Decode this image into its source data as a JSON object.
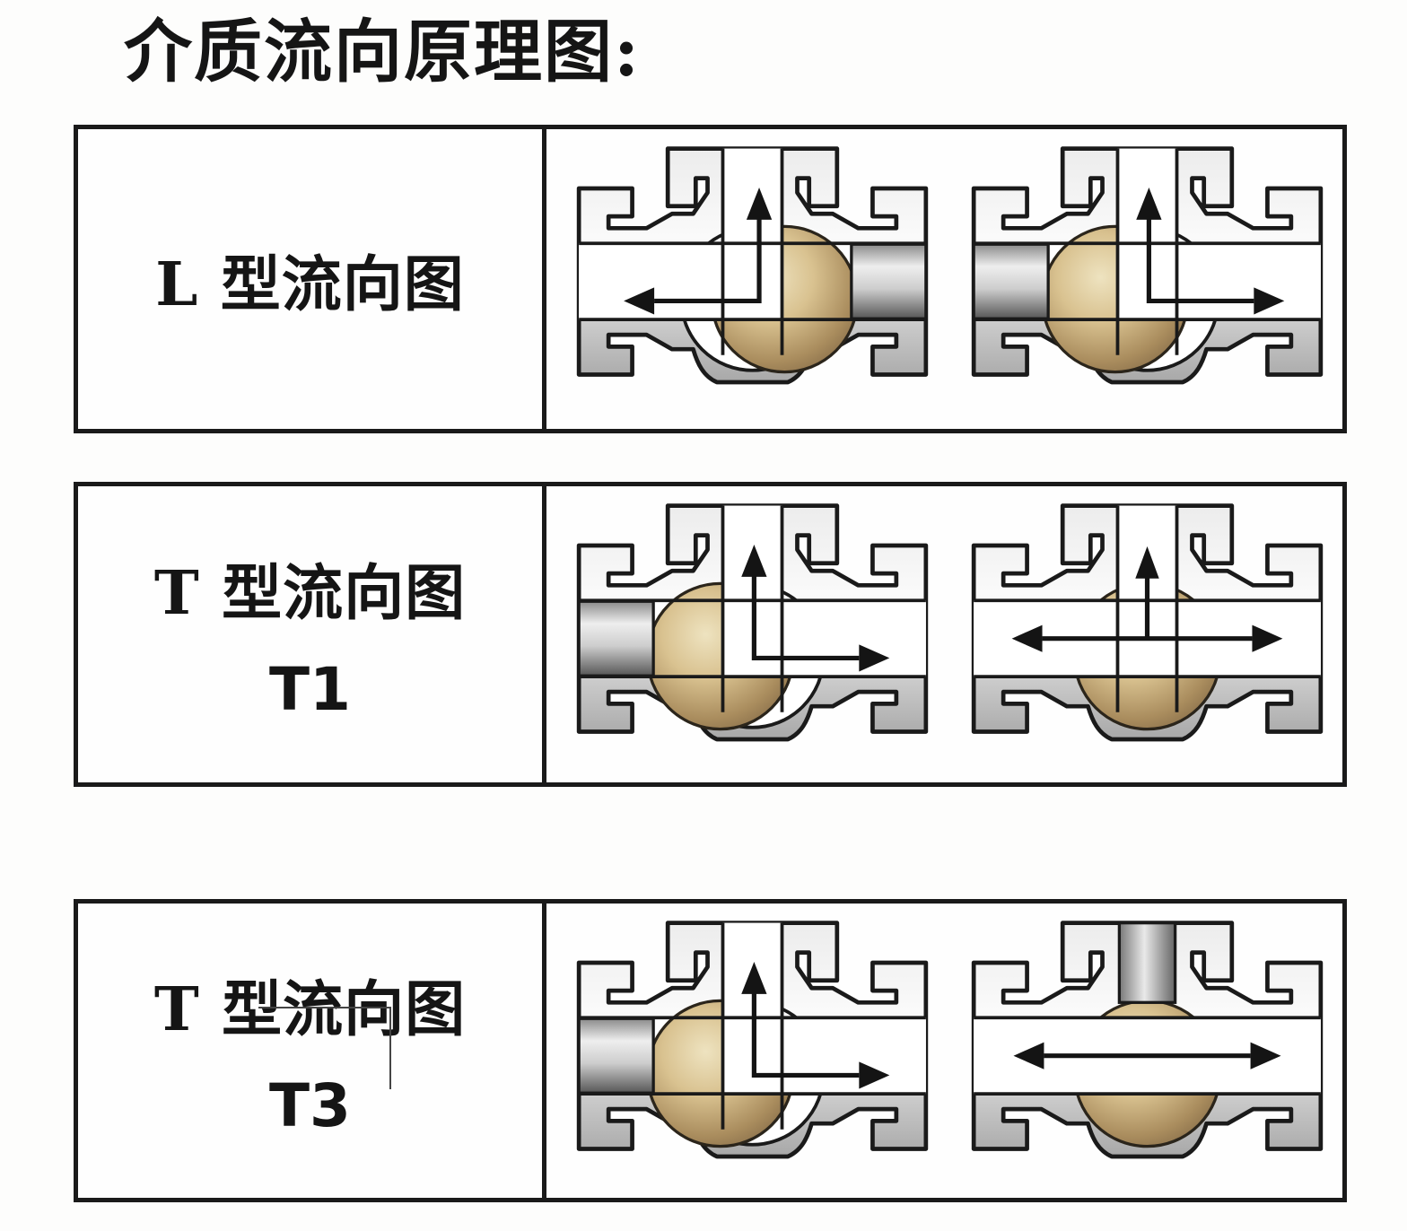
{
  "title": "介质流向原理图:",
  "colors": {
    "outline": "#1a1a1a",
    "body_metal_light": "#fafafa",
    "body_metal_dark": "#a8a8a8",
    "ball_brass_light": "#eee3c0",
    "ball_brass_dark": "#6f573a",
    "bore_silver_light": "#eeeeee",
    "bore_silver_dark": "#565656",
    "flow_channel": "#ffffff"
  },
  "rows": [
    {
      "label": "L 型流向图",
      "sublabel": "",
      "valves": [
        {
          "variant": "A",
          "arrows": [
            "up",
            "left"
          ],
          "open_ports": [
            "top",
            "left"
          ],
          "closed_port": "right"
        },
        {
          "variant": "B",
          "arrows": [
            "up",
            "right"
          ],
          "open_ports": [
            "top",
            "right"
          ],
          "closed_port": "left"
        }
      ]
    },
    {
      "label": "T 型流向图",
      "sublabel": "T1",
      "valves": [
        {
          "variant": "B",
          "arrows": [
            "up",
            "right"
          ],
          "open_ports": [
            "top",
            "right"
          ],
          "closed_port": "left"
        },
        {
          "variant": "C",
          "arrows": [
            "left",
            "right",
            "up"
          ],
          "open_ports": [
            "top",
            "left",
            "right"
          ],
          "closed_port": ""
        }
      ]
    },
    {
      "label": "T 型流向图",
      "sublabel": "T3",
      "valves": [
        {
          "variant": "B",
          "arrows": [
            "up",
            "right"
          ],
          "open_ports": [
            "top",
            "right"
          ],
          "closed_port": "left"
        },
        {
          "variant": "D",
          "arrows": [
            "left",
            "right"
          ],
          "open_ports": [
            "left",
            "right"
          ],
          "closed_port": "top"
        }
      ]
    }
  ]
}
